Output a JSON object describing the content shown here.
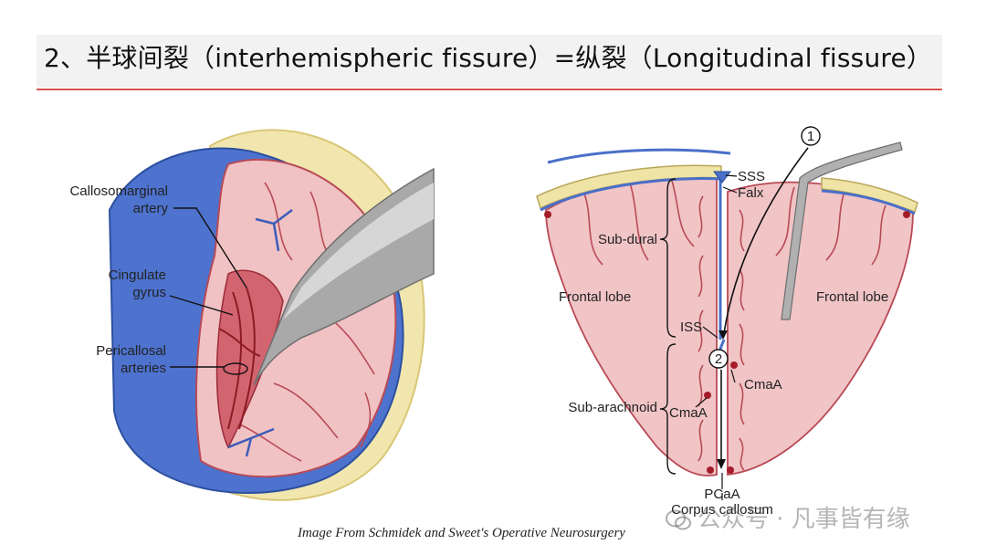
{
  "slide": {
    "title": "2、半球间裂（interhemispheric fissure）=纵裂（Longitudinal fissure）",
    "caption": "Image From Schmidek and Sweet's Operative Neurosurgery",
    "watermark": "公众号 · 凡事皆有缘"
  },
  "left_figure": {
    "labels": {
      "callosomarginal_line1": "Callosomarginal",
      "callosomarginal_line2": "artery",
      "cingulate_line1": "Cingulate",
      "cingulate_line2": "gyrus",
      "pericallosal_line1": "Pericallosal",
      "pericallosal_line2": "arteries"
    }
  },
  "right_figure": {
    "labels": {
      "sss": "SSS",
      "falx": "Falx",
      "subdural": "Sub-dural",
      "frontal_left": "Frontal lobe",
      "frontal_right": "Frontal lobe",
      "iss": "ISS",
      "subarachnoid": "Sub-arachnoid",
      "cmaa_left": "CmaA",
      "cmaa_right": "CmaA",
      "pcaa": "PCaA",
      "corpus_callosum": "Corpus callosum",
      "marker1": "1",
      "marker2": "2"
    }
  },
  "colors": {
    "title_rule": "#d9534f",
    "brain": "#f0c4c6",
    "brain_sulcus": "#c0505a",
    "dura_blue": "#4a6fc9",
    "bone_yellow": "#efe3a6",
    "retractor": "#a8a8a8"
  }
}
